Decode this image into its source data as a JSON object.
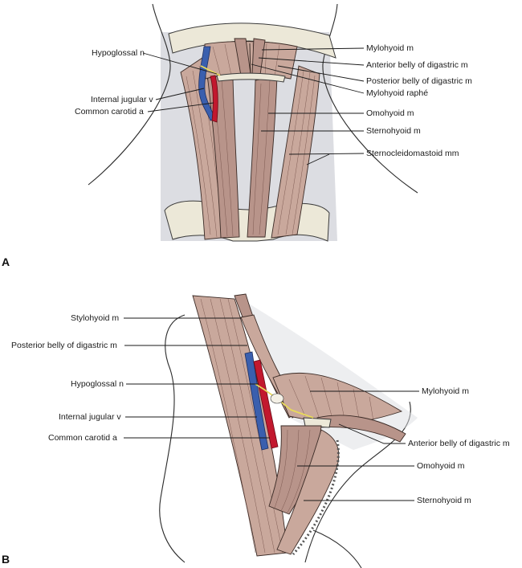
{
  "panel_a": {
    "letter": "A",
    "labels": {
      "hypoglossal": "Hypoglossal n",
      "internal_jugular": "Internal jugular v",
      "common_carotid": "Common carotid a",
      "mylohyoid": "Mylohyoid m",
      "anterior_digastric": "Anterior belly of digastric m",
      "posterior_digastric": "Posterior belly of digastric m",
      "mylohyoid_raphe": "Mylohyoid raphé",
      "omohyoid": "Omohyoid m",
      "sternohyoid": "Sternohyoid m",
      "sternocleidomastoid": "Sternocleidomastoid mm"
    }
  },
  "panel_b": {
    "letter": "B",
    "labels": {
      "stylohyoid": "Stylohyoid m",
      "posterior_digastric": "Posterior belly of digastric m",
      "hypoglossal": "Hypoglossal n",
      "internal_jugular": "Internal jugular v",
      "common_carotid": "Common carotid a",
      "mylohyoid": "Mylohyoid m",
      "anterior_digastric": "Anterior belly of digastric m",
      "omohyoid": "Omohyoid m",
      "sternohyoid": "Sternohyoid m"
    }
  },
  "colors": {
    "muscle": "#c9a89c",
    "vein": "#3a5fae",
    "artery": "#c2182e",
    "nerve": "#e8d95a"
  }
}
